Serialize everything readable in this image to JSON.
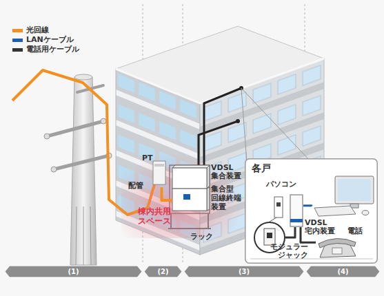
{
  "diagram": {
    "nodes": [
      {
        "text": [
          "棟内共用 スペース"
        ]
      },
      {
        "text": [
          "PT"
        ],
        "in": 0
      },
      {
        "text": [
          "VDSL 集合装置"
        ],
        "in": 0
      },
      {
        "text": [
          "集合型 回線終端 装置"
        ],
        "in": 0
      },
      {
        "text": [
          "各戸"
        ]
      },
      {
        "text": [
          "パソコン"
        ],
        "in": 4
      },
      {
        "text": [
          "VDSL 宅内装置"
        ],
        "in": 4
      },
      {
        "text": [
          "電話"
        ],
        "in": 4
      },
      {
        "text": [
          "モジュラー ジャック"
        ],
        "in": 4
      },
      {
        "text": [
          "(1)"
        ]
      },
      {
        "text": [
          "(2)"
        ]
      },
      {
        "text": [
          "(3)"
        ]
      },
      {
        "text": [
          "(4)"
        ]
      }
    ],
    "edges": [
      {
        "from": 1,
        "to": 3,
        "arrow": "none"
      },
      {
        "from": 8,
        "to": 6,
        "arrow": "none"
      },
      {
        "from": 6,
        "to": 5,
        "arrow": "none"
      },
      {
        "from": 6,
        "to": 7,
        "arrow": "none"
      }
    ],
    "labels": [
      "配管",
      "ラック"
    ],
    "legend": [
      {
        "text": "光回線",
        "color": "#f39020"
      },
      {
        "text": "LANケーブル",
        "color": "#1b5fae"
      },
      {
        "text": "電話用ケーブル",
        "color": "#333333"
      }
    ]
  }
}
